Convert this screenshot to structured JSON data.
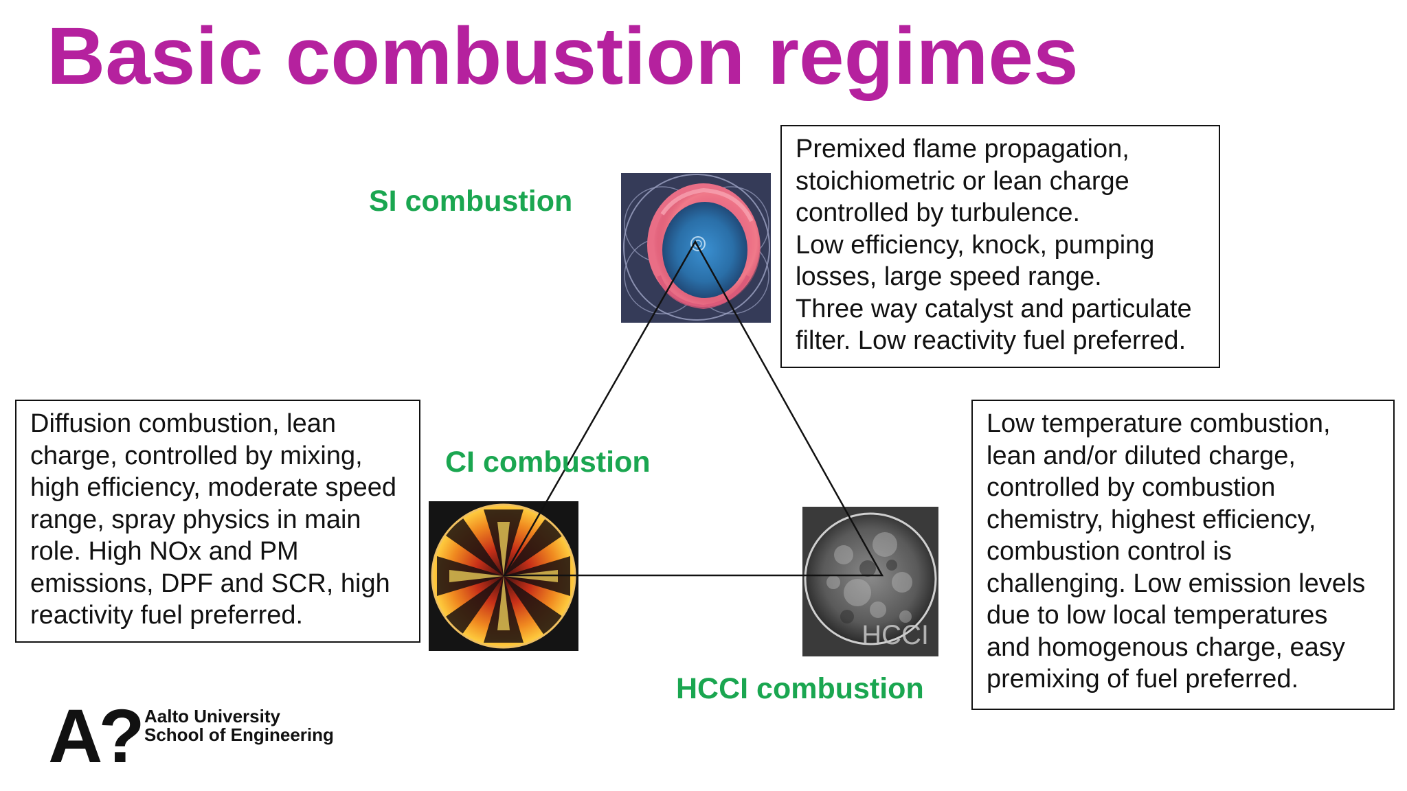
{
  "slide": {
    "title": "Basic combustion regimes",
    "title_color": "#b5219e",
    "label_color": "#1aa650"
  },
  "regimes": {
    "si": {
      "label": "SI combustion",
      "photo_icon": "spark-ignition-flame-photo",
      "description_lines": [
        "Premixed flame propagation,",
        "stoichiometric or lean charge",
        "controlled by turbulence.",
        "Low efficiency, knock, pumping",
        "losses, large speed range.",
        "Three way catalyst and particulate",
        "filter. Low reactivity fuel preferred."
      ]
    },
    "ci": {
      "label": "CI combustion",
      "photo_icon": "diesel-spray-flame-photo",
      "description_lines": [
        "Diffusion combustion, lean",
        "charge, controlled by mixing,",
        "high efficiency, moderate speed",
        "range, spray physics in main",
        "role. High NOx and PM",
        "emissions, DPF and SCR, high",
        "reactivity fuel preferred."
      ]
    },
    "hcci": {
      "label": "HCCI combustion",
      "photo_icon": "hcci-chemiluminescence-photo",
      "photo_caption": "HCCI",
      "description_lines": [
        "Low temperature combustion,",
        "lean and/or diluted charge,",
        "controlled by combustion",
        "chemistry, highest efficiency,",
        "combustion control is",
        "challenging. Low emission levels",
        "due to low local temperatures",
        "and homogenous charge, easy",
        "premixing of fuel preferred."
      ]
    }
  },
  "footer": {
    "logo_mark": "A?",
    "institution_line1": "Aalto University",
    "institution_line2": "School of Engineering"
  }
}
